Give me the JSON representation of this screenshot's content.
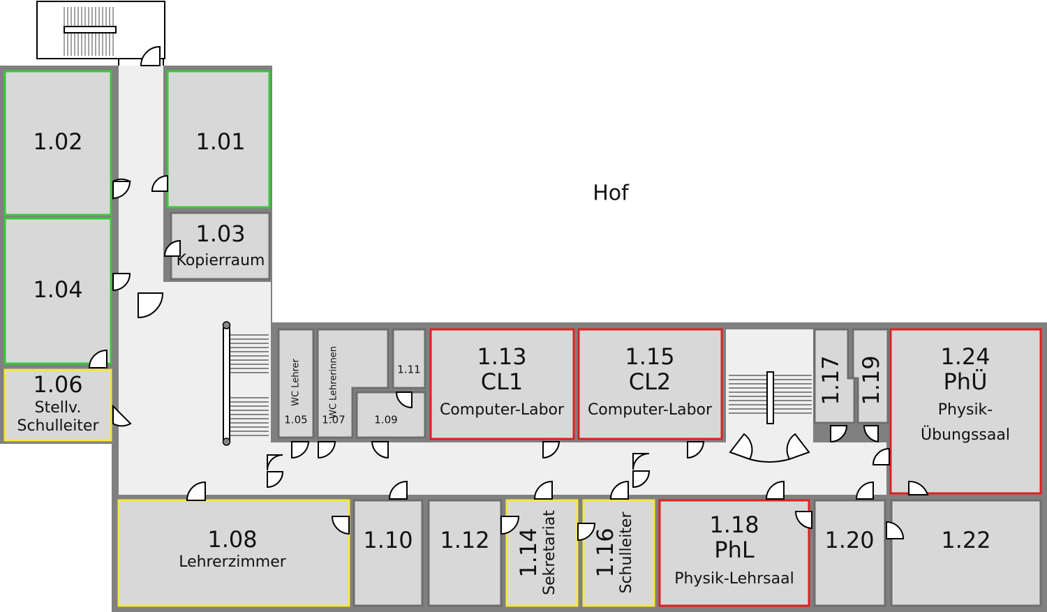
{
  "colors": {
    "wall": "#808080",
    "room_fill": "#d8d8d8",
    "corridor": "#efefef",
    "green": "#33cc33",
    "yellow": "#f5e83a",
    "red": "#e02020",
    "neutral": "#6e6e6e"
  },
  "courtyard": "Hof",
  "rooms": {
    "r101": {
      "number": "1.01"
    },
    "r102": {
      "number": "1.02"
    },
    "r103": {
      "number": "1.03",
      "name": "Kopierraum"
    },
    "r104": {
      "number": "1.04"
    },
    "r105": {
      "number": "1.05",
      "name": "WC Lehrer"
    },
    "r106": {
      "number": "1.06",
      "line1": "Stellv.",
      "line2": "Schulleiter"
    },
    "r107": {
      "number": "1.07",
      "name": "WC Lehrerinnen"
    },
    "r108": {
      "number": "1.08",
      "name": "Lehrerzimmer"
    },
    "r109": {
      "number": "1.09"
    },
    "r110": {
      "number": "1.10"
    },
    "r111": {
      "number": "1.11"
    },
    "r112": {
      "number": "1.12"
    },
    "r113": {
      "number": "1.13",
      "code": "CL1",
      "name": "Computer-Labor"
    },
    "r114": {
      "number": "1.14",
      "name": "Sekretariat"
    },
    "r115": {
      "number": "1.15",
      "code": "CL2",
      "name": "Computer-Labor"
    },
    "r116": {
      "number": "1.16",
      "name": "Schulleiter"
    },
    "r117": {
      "number": "1.17"
    },
    "r118": {
      "number": "1.18",
      "code": "PhL",
      "name": "Physik-Lehrsaal"
    },
    "r119": {
      "number": "1.19"
    },
    "r120": {
      "number": "1.20"
    },
    "r122": {
      "number": "1.22"
    },
    "r124": {
      "number": "1.24",
      "code": "PhÜ",
      "line1": "Physik-",
      "line2": "Übungssaal"
    }
  }
}
